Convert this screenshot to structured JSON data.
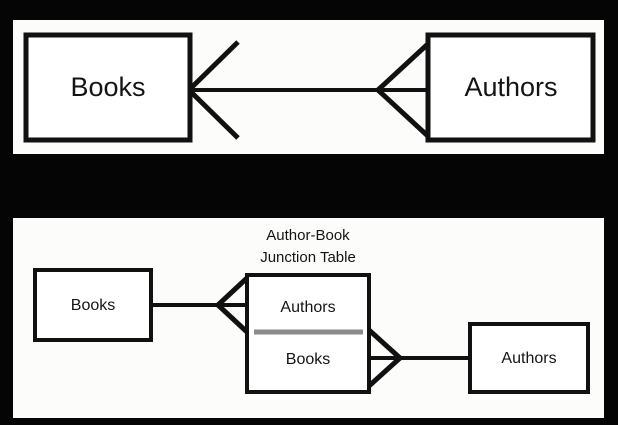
{
  "figure": {
    "background_color": "#050505",
    "panel_color": "#fcfcfa",
    "stroke_color": "#111111",
    "divider_color": "#8a8a8a"
  },
  "panels": [
    {
      "id": "many-to-many",
      "entities": [
        {
          "name": "books-entity",
          "label": "Books"
        },
        {
          "name": "authors-entity",
          "label": "Authors"
        }
      ],
      "relationship": {
        "left_cardinality": "many",
        "right_cardinality": "many",
        "notation": "crows-foot"
      }
    },
    {
      "id": "junction-resolved",
      "caption_lines": [
        "Author-Book",
        "Junction Table"
      ],
      "entities": [
        {
          "name": "books-entity",
          "label": "Books"
        },
        {
          "name": "authors-entity",
          "label": "Authors"
        }
      ],
      "junction_table": {
        "name": "author-book-junction-table",
        "rows": [
          {
            "label": "Authors"
          },
          {
            "label": "Books"
          }
        ]
      },
      "relationships": [
        {
          "from": "Books",
          "to": "Author-Book Junction Table",
          "from_cardinality": "one",
          "to_cardinality": "many"
        },
        {
          "from": "Author-Book Junction Table",
          "to": "Authors",
          "from_cardinality": "many",
          "to_cardinality": "one"
        }
      ]
    }
  ]
}
